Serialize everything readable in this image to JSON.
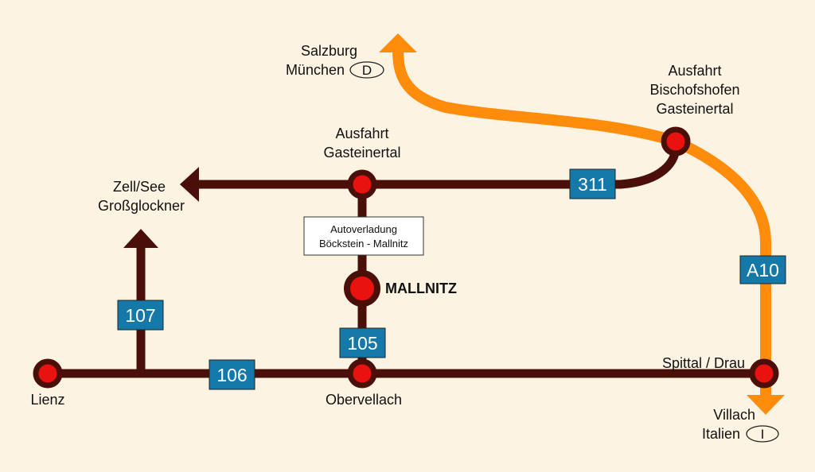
{
  "colors": {
    "background": "#fcf3e3",
    "road": "#4a0f08",
    "motorway": "#ff8c0a",
    "node_fill": "#e8130e",
    "node_ring": "#4a0f08",
    "shield": "#1479a8"
  },
  "destinations": {
    "salzburg": "Salzburg",
    "muenchen": "München",
    "country_d": "D",
    "zell_see": "Zell/See",
    "grossglockner": "Großglockner",
    "villach": "Villach",
    "italien": "Italien",
    "country_i": "I"
  },
  "places": {
    "ausfahrt_bischofshofen": [
      "Ausfahrt",
      "Bischofshofen",
      "Gasteinertal"
    ],
    "ausfahrt_gasteinertal": [
      "Ausfahrt",
      "Gasteinertal"
    ],
    "mallnitz": "MALLNITZ",
    "lienz": "Lienz",
    "obervellach": "Obervellach",
    "spittal": "Spittal / Drau"
  },
  "rail_box": [
    "Autoverladung",
    "Böckstein - Mallnitz"
  ],
  "routes": {
    "r311": "311",
    "a10": "A10",
    "r107": "107",
    "r105": "105",
    "r106": "106"
  }
}
